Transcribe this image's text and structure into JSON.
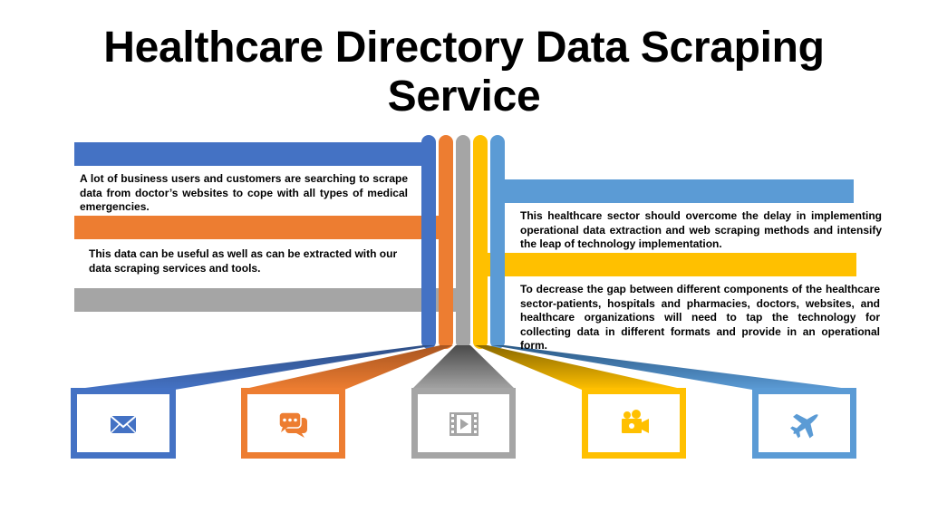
{
  "title": "Healthcare Directory Data Scraping Service",
  "texts": {
    "left_1": "A lot of business users and customers are searching to scrape data from doctor’s websites to cope with all types of medical emergencies.",
    "left_2": "This data can be useful as well as can be extracted with our data scraping services and tools.",
    "right_1": "This healthcare sector should overcome the delay in implementing operational data extraction and web scraping methods and intensify the leap of technology implementation.",
    "right_2": "To decrease the gap between different components of the healthcare sector-patients, hospitals and pharmacies, doctors, websites, and healthcare organizations will need to tap the technology for collecting data in different formats and provide in an operational form."
  },
  "colors": {
    "blue": "#4472c4",
    "orange": "#ed7d31",
    "gray": "#a5a5a5",
    "gold": "#ffc000",
    "lightblue": "#5b9bd5"
  },
  "icon_boxes": [
    {
      "icon": "envelope-icon",
      "color": "#4472c4"
    },
    {
      "icon": "chat-bubbles-icon",
      "color": "#ed7d31"
    },
    {
      "icon": "video-film-icon",
      "color": "#a5a5a5"
    },
    {
      "icon": "video-camera-icon",
      "color": "#ffc000"
    },
    {
      "icon": "airplane-icon",
      "color": "#5b9bd5"
    }
  ]
}
